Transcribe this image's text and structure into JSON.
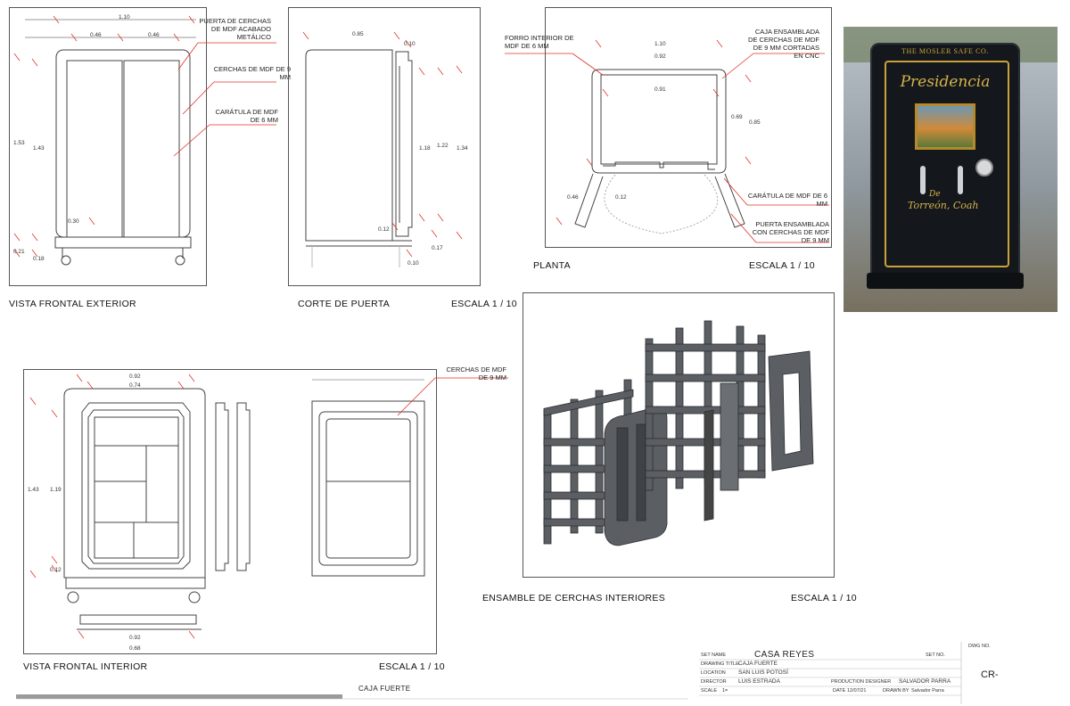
{
  "views": {
    "front_exterior": {
      "title": "VISTA FRONTAL  EXTERIOR",
      "notes": [
        "PUERTA DE CERCHAS DE MDF ACABADO METÁLICO",
        "CERCHAS DE MDF DE 9 MM",
        "CARÁTULA DE MDF DE 6 MM"
      ],
      "dims": {
        "top": "1.10",
        "half_left": "0.46",
        "half_right": "0.46",
        "h_total": "1.53",
        "h_body": "1.43",
        "base": "0.30",
        "foot": "0.21",
        "foot2": "0.18"
      }
    },
    "door_section": {
      "title": "CORTE DE PUERTA",
      "scale": "ESCALA  1 / 10",
      "dims": {
        "width": "0.85",
        "door": "0.10",
        "h1": "1.18",
        "h2": "1.22",
        "h3": "1.34",
        "base": "0.12",
        "b2": "0.17",
        "b3": "0.10"
      }
    },
    "plan": {
      "title": "PLANTA",
      "scale": "ESCALA  1 / 10",
      "notes_left": "FORRO INTERIOR DE MDF DE 6 MM",
      "notes_right": [
        "CAJA ENSAMBLADA DE CERCHAS DE MDF DE 9 MM CORTADAS EN CNC",
        "CARÁTULA DE MDF DE 6 MM",
        "PUERTA ENSAMBLADA CON CERCHAS DE MDF DE 9 MM"
      ],
      "dims": {
        "w1": "1.10",
        "w2": "0.92",
        "w3": "0.91",
        "d1": "0.69",
        "d2": "0.85",
        "leaf": "0.46",
        "gap": "0.12"
      }
    },
    "front_interior": {
      "title": "VISTA FRONTAL INTERIOR",
      "scale": "ESCALA  1 / 10",
      "note": "CERCHAS DE MDF DE 9 MM",
      "dims": {
        "w1": "0.92",
        "w2": "0.74",
        "h1": "1.43",
        "h2": "1.19",
        "b": "0.12",
        "bw1": "0.92",
        "bw2": "0.68"
      }
    },
    "assembly": {
      "title": "ENSAMBLE DE CERCHAS INTERIORES",
      "scale": "ESCALA  1 / 10"
    }
  },
  "photo": {
    "brand": "THE MOSLER SAFE CO.",
    "script": "Presidencia",
    "sub1": "De",
    "sub2": "Torreón, Coah"
  },
  "titleblock": {
    "set_name_label": "SET NAME",
    "set_name": "CASA REYES",
    "set_no_label": "SET NO.",
    "drawing_title_label": "DRAWING TITLE",
    "drawing_title": "CAJA FUERTE",
    "location_label": "LOCATION",
    "location": "SAN LUIS POTOSÍ",
    "director_label": "DIRECTOR",
    "director": "LUIS ESTRADA",
    "pd_label": "PRODUCTION DESIGNER",
    "pd": "SALVADOR PARRA",
    "scale_label": "SCALE",
    "scale": "1=",
    "date_label": "DATE",
    "date": "12/07/21",
    "drawn_label": "DRAWN BY",
    "drawn": "Salvador Parra",
    "dwg_label": "DWG NO.",
    "dwg": "CR-",
    "footer": "CAJA FUERTE"
  },
  "colors": {
    "leader": "#e0302a",
    "line": "#444",
    "photo_bg": "#9aa3a8",
    "safe": "#14181c",
    "gold": "#c9a23a"
  }
}
